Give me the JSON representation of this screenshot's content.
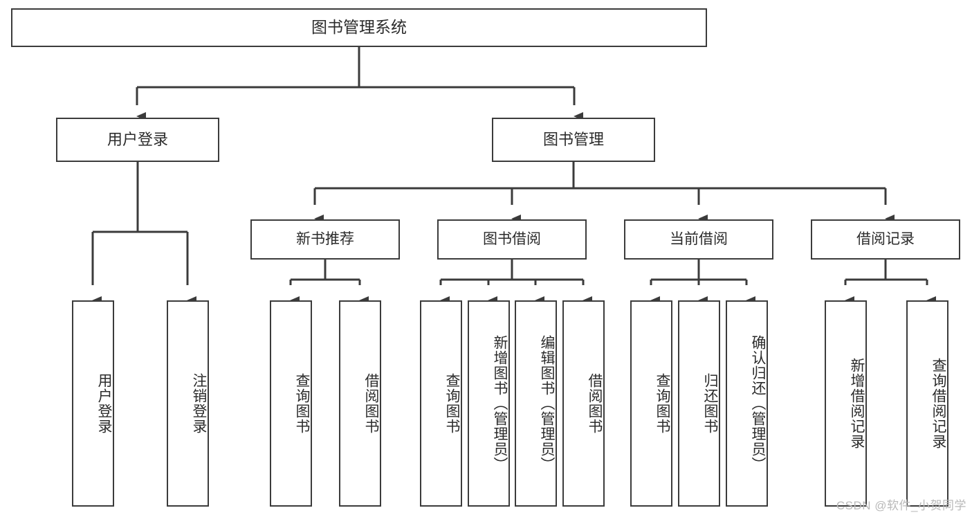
{
  "diagram": {
    "title": "图书管理系统",
    "type": "tree-hierarchy-diagram",
    "orientation": "top-down",
    "colors": {
      "box_border": "#3b3b3b",
      "box_fill": "#ffffff",
      "connector": "#3b3b3b",
      "text": "#2b2b2b",
      "watermark": "#b9b9b9",
      "background": "#ffffff"
    },
    "root": {
      "label": "图书管理系统"
    },
    "level1": [
      {
        "label": "用户登录"
      },
      {
        "label": "图书管理"
      }
    ],
    "level2": [
      {
        "label": "新书推荐"
      },
      {
        "label": "图书借阅"
      },
      {
        "label": "当前借阅"
      },
      {
        "label": "借阅记录"
      }
    ],
    "leaves": {
      "user_login": [
        {
          "label": "用户登录"
        },
        {
          "label": "注销登录"
        }
      ],
      "new_book_recommend": [
        {
          "label": "查询图书"
        },
        {
          "label": "借阅图书"
        }
      ],
      "book_borrow": [
        {
          "label": "查询图书"
        },
        {
          "label": "新增图书（管理员）"
        },
        {
          "label": "编辑图书（管理员）"
        },
        {
          "label": "借阅图书"
        }
      ],
      "current_borrow": [
        {
          "label": "查询图书"
        },
        {
          "label": "归还图书"
        },
        {
          "label": "确认归还（管理员）"
        }
      ],
      "borrow_record": [
        {
          "label": "新增借阅记录"
        },
        {
          "label": "查询借阅记录"
        }
      ]
    }
  },
  "watermark": {
    "text": "CSDN @软件_小贺同学"
  }
}
